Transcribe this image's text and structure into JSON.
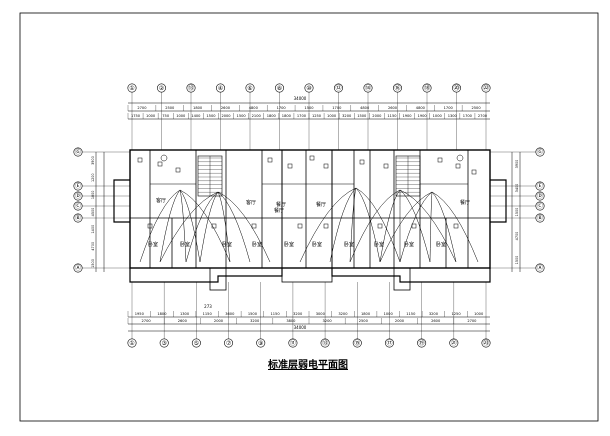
{
  "drawing": {
    "title": "标准层弱电平面图",
    "total_width_label": "34000",
    "top_dims_row1": [
      "2700",
      "2500",
      "1800",
      "2600",
      "4800",
      "1700",
      "1500",
      "1700",
      "4800",
      "2600",
      "4800",
      "1700",
      "2500"
    ],
    "top_dims_row2": [
      "1750",
      "1000",
      "750",
      "1000",
      "1400",
      "1500",
      "2000",
      "1500",
      "2100",
      "1800",
      "1800",
      "1700",
      "1250",
      "1000",
      "3200",
      "1500",
      "2000",
      "1150",
      "1900",
      "1900",
      "1000",
      "1300",
      "1700",
      "2700"
    ],
    "bottom_dims_row1": [
      "1950",
      "1800",
      "1300",
      "1150",
      "3600",
      "1500",
      "1150",
      "3200",
      "3000",
      "3200",
      "1800",
      "1000",
      "1150",
      "3200",
      "1250",
      "1000"
    ],
    "bottom_dims_row2": [
      "2700",
      "2600",
      "2000",
      "3200",
      "3800",
      "3200",
      "2500",
      "2000",
      "2600",
      "2700"
    ],
    "bottom_total": "34000",
    "bottom_mark": "273",
    "top_axes": [
      "①",
      "②",
      "⑬",
      "④",
      "⑥",
      "⑧",
      "⑩",
      "⑫",
      "⑭",
      "⑯",
      "⑱",
      "⑳",
      "㉒"
    ],
    "bottom_axes": [
      "①",
      "③",
      "⑤",
      "⑦",
      "⑨",
      "⑪",
      "⑬",
      "⑮",
      "⑰",
      "⑲",
      "㉑",
      "㉓"
    ],
    "left_axes": [
      "Ⓖ",
      "Ⓔ",
      "Ⓓ",
      "Ⓒ",
      "Ⓑ",
      "Ⓐ"
    ],
    "right_axes": [
      "Ⓖ",
      "Ⓔ",
      "Ⓓ",
      "Ⓒ",
      "Ⓑ",
      "Ⓐ"
    ],
    "left_dims": [
      "3900",
      "1200",
      "1800",
      "4500",
      "1400",
      "4700",
      "1500"
    ],
    "right_dims": [
      "3900",
      "3400",
      "1500",
      "4700",
      "1500"
    ],
    "rooms": {
      "bedroom": "卧室",
      "living": "客厅",
      "dining": "餐厅"
    }
  }
}
